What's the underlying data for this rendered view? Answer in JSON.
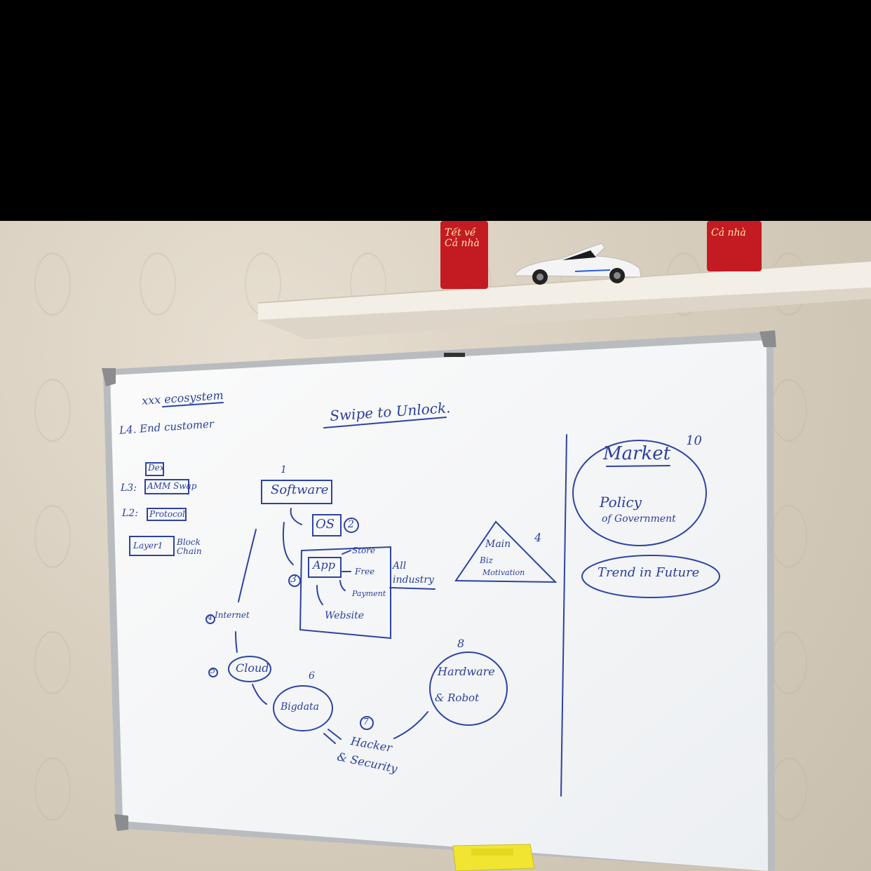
{
  "shelf_items": {
    "box_left_text": "Tết về\nCả nhà",
    "box_right_text": "Cả nhà"
  },
  "whiteboard": {
    "title": "xxx ecosystem",
    "headline": "Swipe to Unlock.",
    "layers": {
      "l4": "L4. End customer",
      "dex": "Dex",
      "l3_label": "L3:",
      "l3": "AMM Swap",
      "l2_label": "L2:",
      "l2": "Protocol",
      "l1_box": "Layer1",
      "l1_text": "Block Chain"
    },
    "software": {
      "num": "1",
      "label": "Software"
    },
    "os": {
      "label": "OS",
      "num": "2"
    },
    "app": {
      "num": "3",
      "label": "App",
      "store": "Store",
      "free": "Free",
      "payment": "Payment",
      "website": "Website"
    },
    "all_industry": "All industry",
    "main": {
      "line1": "Main",
      "line2": "Biz",
      "line3": "Motivation",
      "num": "4"
    },
    "internet": {
      "num": "4",
      "label": "Internet"
    },
    "cloud": {
      "num": "5",
      "label": "Cloud"
    },
    "bigdata": {
      "num": "6",
      "label": "Bigdata"
    },
    "hacker": {
      "num": "7",
      "line1": "Hacker",
      "line2": "& Security"
    },
    "hardware": {
      "num": "8",
      "line1": "Hardware",
      "line2": "& Robot"
    },
    "market": {
      "label": "Market",
      "num": "10",
      "policy": "Policy",
      "government": "of Government"
    },
    "trend": "Trend in Future"
  }
}
